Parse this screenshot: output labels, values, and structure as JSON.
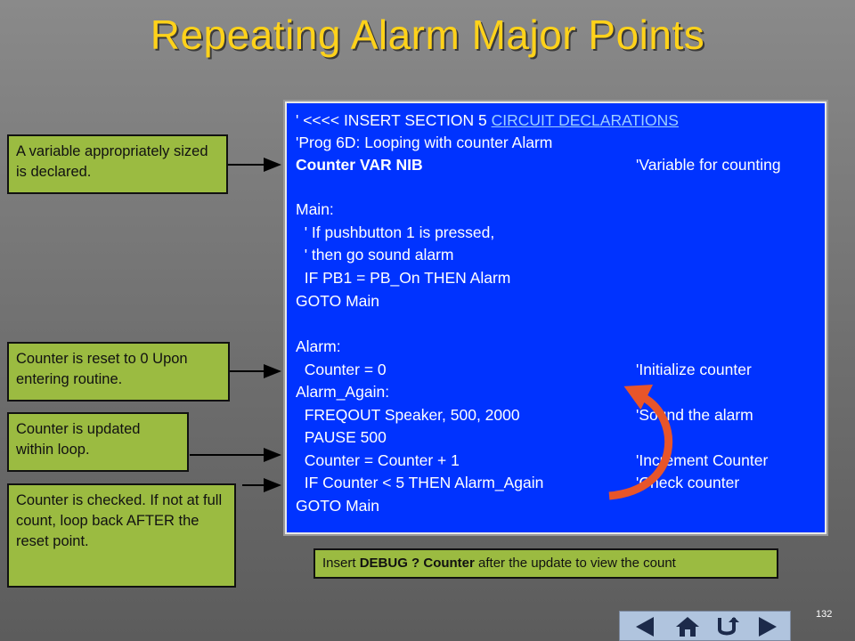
{
  "slide": {
    "title": "Repeating Alarm Major Points",
    "page_number": "132"
  },
  "code": {
    "lines": [
      {
        "pre": "' <<<< INSERT SECTION 5 ",
        "link": "CIRCUIT DECLARATIONS",
        "comment": ""
      },
      {
        "text": "'Prog 6D: Looping with counter Alarm",
        "comment": ""
      },
      {
        "text": "Counter VAR NIB",
        "comment": "'Variable for counting"
      },
      {
        "text": "",
        "comment": ""
      },
      {
        "text": "Main:",
        "comment": ""
      },
      {
        "text": "  ' If pushbutton 1 is pressed,",
        "comment": ""
      },
      {
        "text": "  ' then go sound alarm",
        "comment": ""
      },
      {
        "text": "  IF PB1 = PB_On THEN Alarm",
        "comment": ""
      },
      {
        "text": "GOTO Main",
        "comment": ""
      },
      {
        "text": "",
        "comment": ""
      },
      {
        "text": "Alarm:",
        "comment": ""
      },
      {
        "text": "  Counter = 0",
        "comment": "'Initialize counter"
      },
      {
        "text": "Alarm_Again:",
        "comment": ""
      },
      {
        "text": "  FREQOUT Speaker, 500, 2000",
        "comment": "'Sound the alarm"
      },
      {
        "text": "  PAUSE 500",
        "comment": ""
      },
      {
        "text": "  Counter = Counter + 1",
        "comment": "'Increment Counter"
      },
      {
        "text": "  IF Counter < 5 THEN Alarm_Again",
        "comment": "'Check counter"
      },
      {
        "text": "GOTO Main",
        "comment": ""
      }
    ]
  },
  "notes": {
    "declared": "A variable appropriately sized is declared.",
    "reset": "Counter is reset to 0 Upon entering routine.",
    "updated": "Counter is updated within loop.",
    "checked": "Counter is checked.  If not at full count, loop back AFTER the reset point."
  },
  "debug_tip": {
    "pre": "Insert ",
    "bold1": "DEBUG ? Counter",
    "post": " after the update to view the count"
  },
  "nav": {
    "buttons": [
      "previous-icon",
      "home-icon",
      "return-icon",
      "next-icon"
    ]
  },
  "colors": {
    "title": "#ffd21a",
    "code_bg": "#0033ff",
    "note_bg": "#9bbb41",
    "loop_arrow": "#e8552a",
    "nav_bg": "#b0c4de"
  }
}
